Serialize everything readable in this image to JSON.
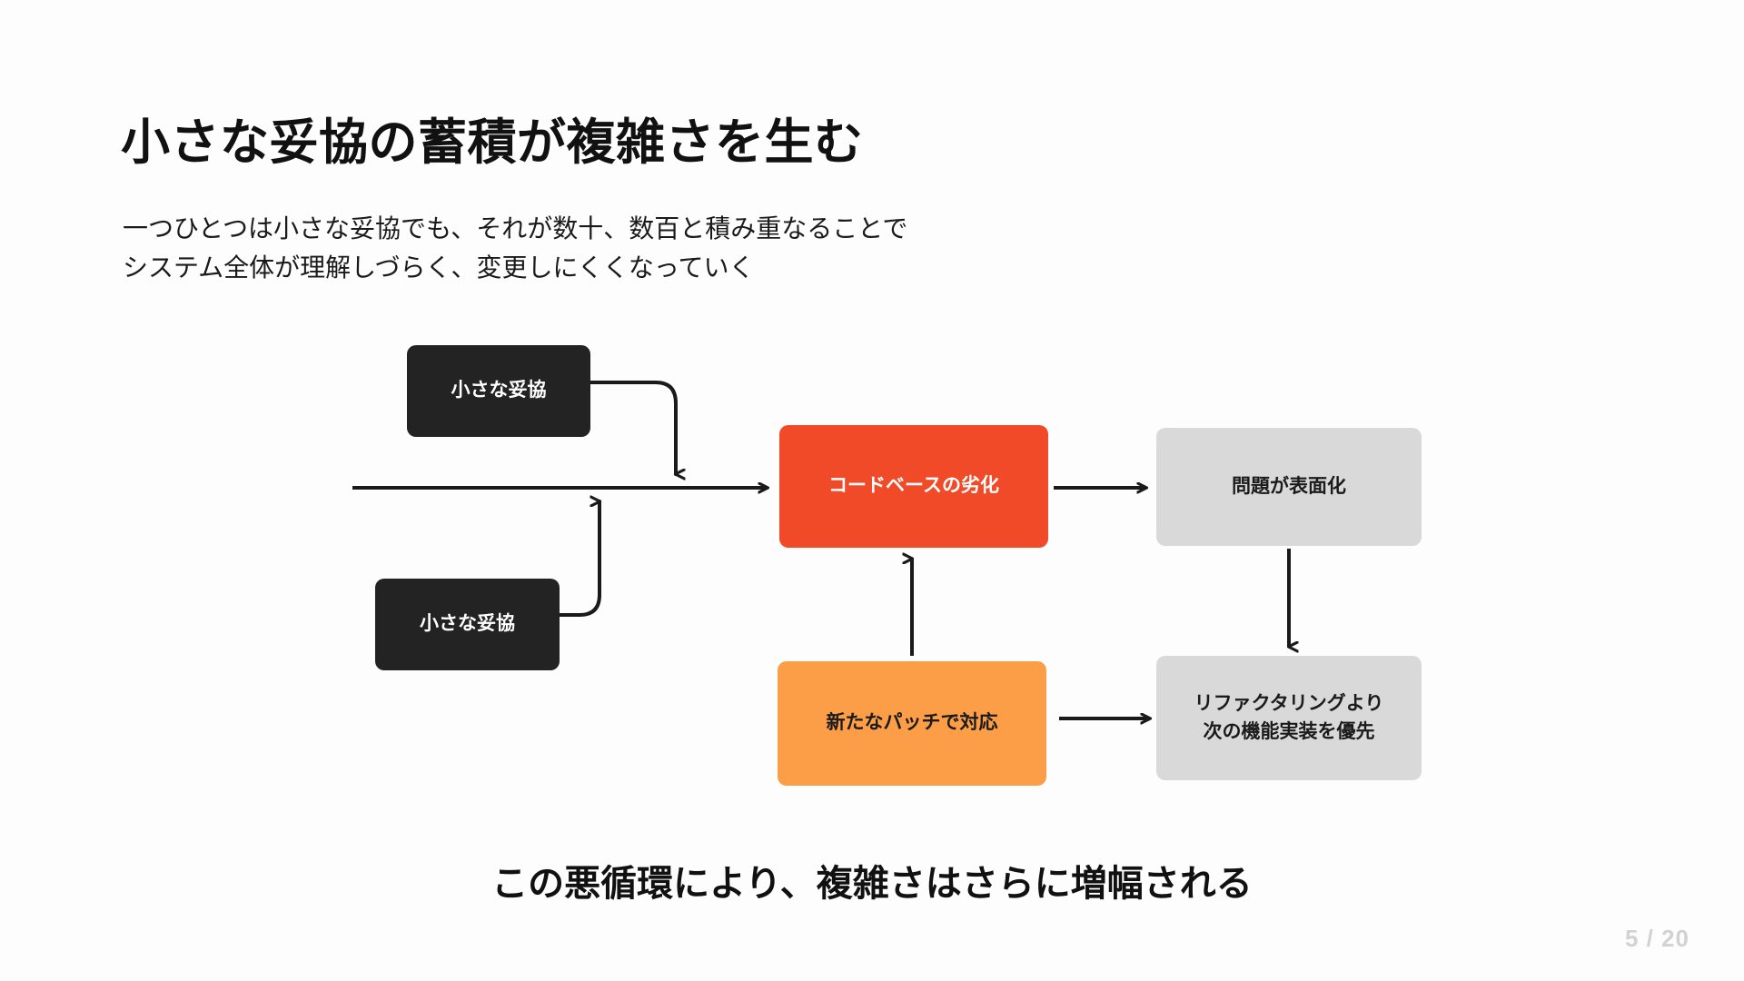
{
  "slide": {
    "title": "小さな妥協の蓄積が複雑さを生む",
    "subtitle_lines": [
      "一つひとつは小さな妥協でも、それが数十、数百と積み重なることで",
      "システム全体が理解しづらく、変更しにくくなっていく"
    ],
    "caption": "この悪循環により、複雑さはさらに増幅される",
    "page_number": "5 / 20"
  },
  "diagram": {
    "nodes": [
      {
        "id": "compromise-top",
        "label": "小さな妥協",
        "style": "dark"
      },
      {
        "id": "compromise-bottom",
        "label": "小さな妥協",
        "style": "dark"
      },
      {
        "id": "code-rot",
        "label": "コードベースの劣化",
        "style": "red"
      },
      {
        "id": "problem-surfaces",
        "label": "問題が表面化",
        "style": "gray"
      },
      {
        "id": "prioritize-next",
        "label_line1": "リファクタリングより",
        "label_line2": "次の機能実装を優先",
        "style": "gray"
      },
      {
        "id": "new-patch",
        "label": "新たなパッチで対応",
        "style": "amber"
      }
    ],
    "edges": [
      {
        "from": "flow-start",
        "to": "code-rot",
        "kind": "straight-right"
      },
      {
        "from": "compromise-top",
        "to": "main-flow",
        "kind": "elbow-down"
      },
      {
        "from": "compromise-bottom",
        "to": "main-flow",
        "kind": "elbow-up"
      },
      {
        "from": "code-rot",
        "to": "problem-surfaces",
        "kind": "straight-right"
      },
      {
        "from": "problem-surfaces",
        "to": "prioritize-next",
        "kind": "straight-down"
      },
      {
        "from": "prioritize-next",
        "to": "new-patch",
        "kind": "straight-left"
      },
      {
        "from": "new-patch",
        "to": "code-rot",
        "kind": "straight-up"
      }
    ]
  },
  "colors": {
    "accent_red": "#F04A28",
    "accent_amber": "#FB9E47",
    "node_dark": "#232323",
    "node_gray": "#D9D9D9",
    "background": "#FDFDFD",
    "stroke": "#1A1A1A",
    "page_number": "#D2D2D2"
  }
}
